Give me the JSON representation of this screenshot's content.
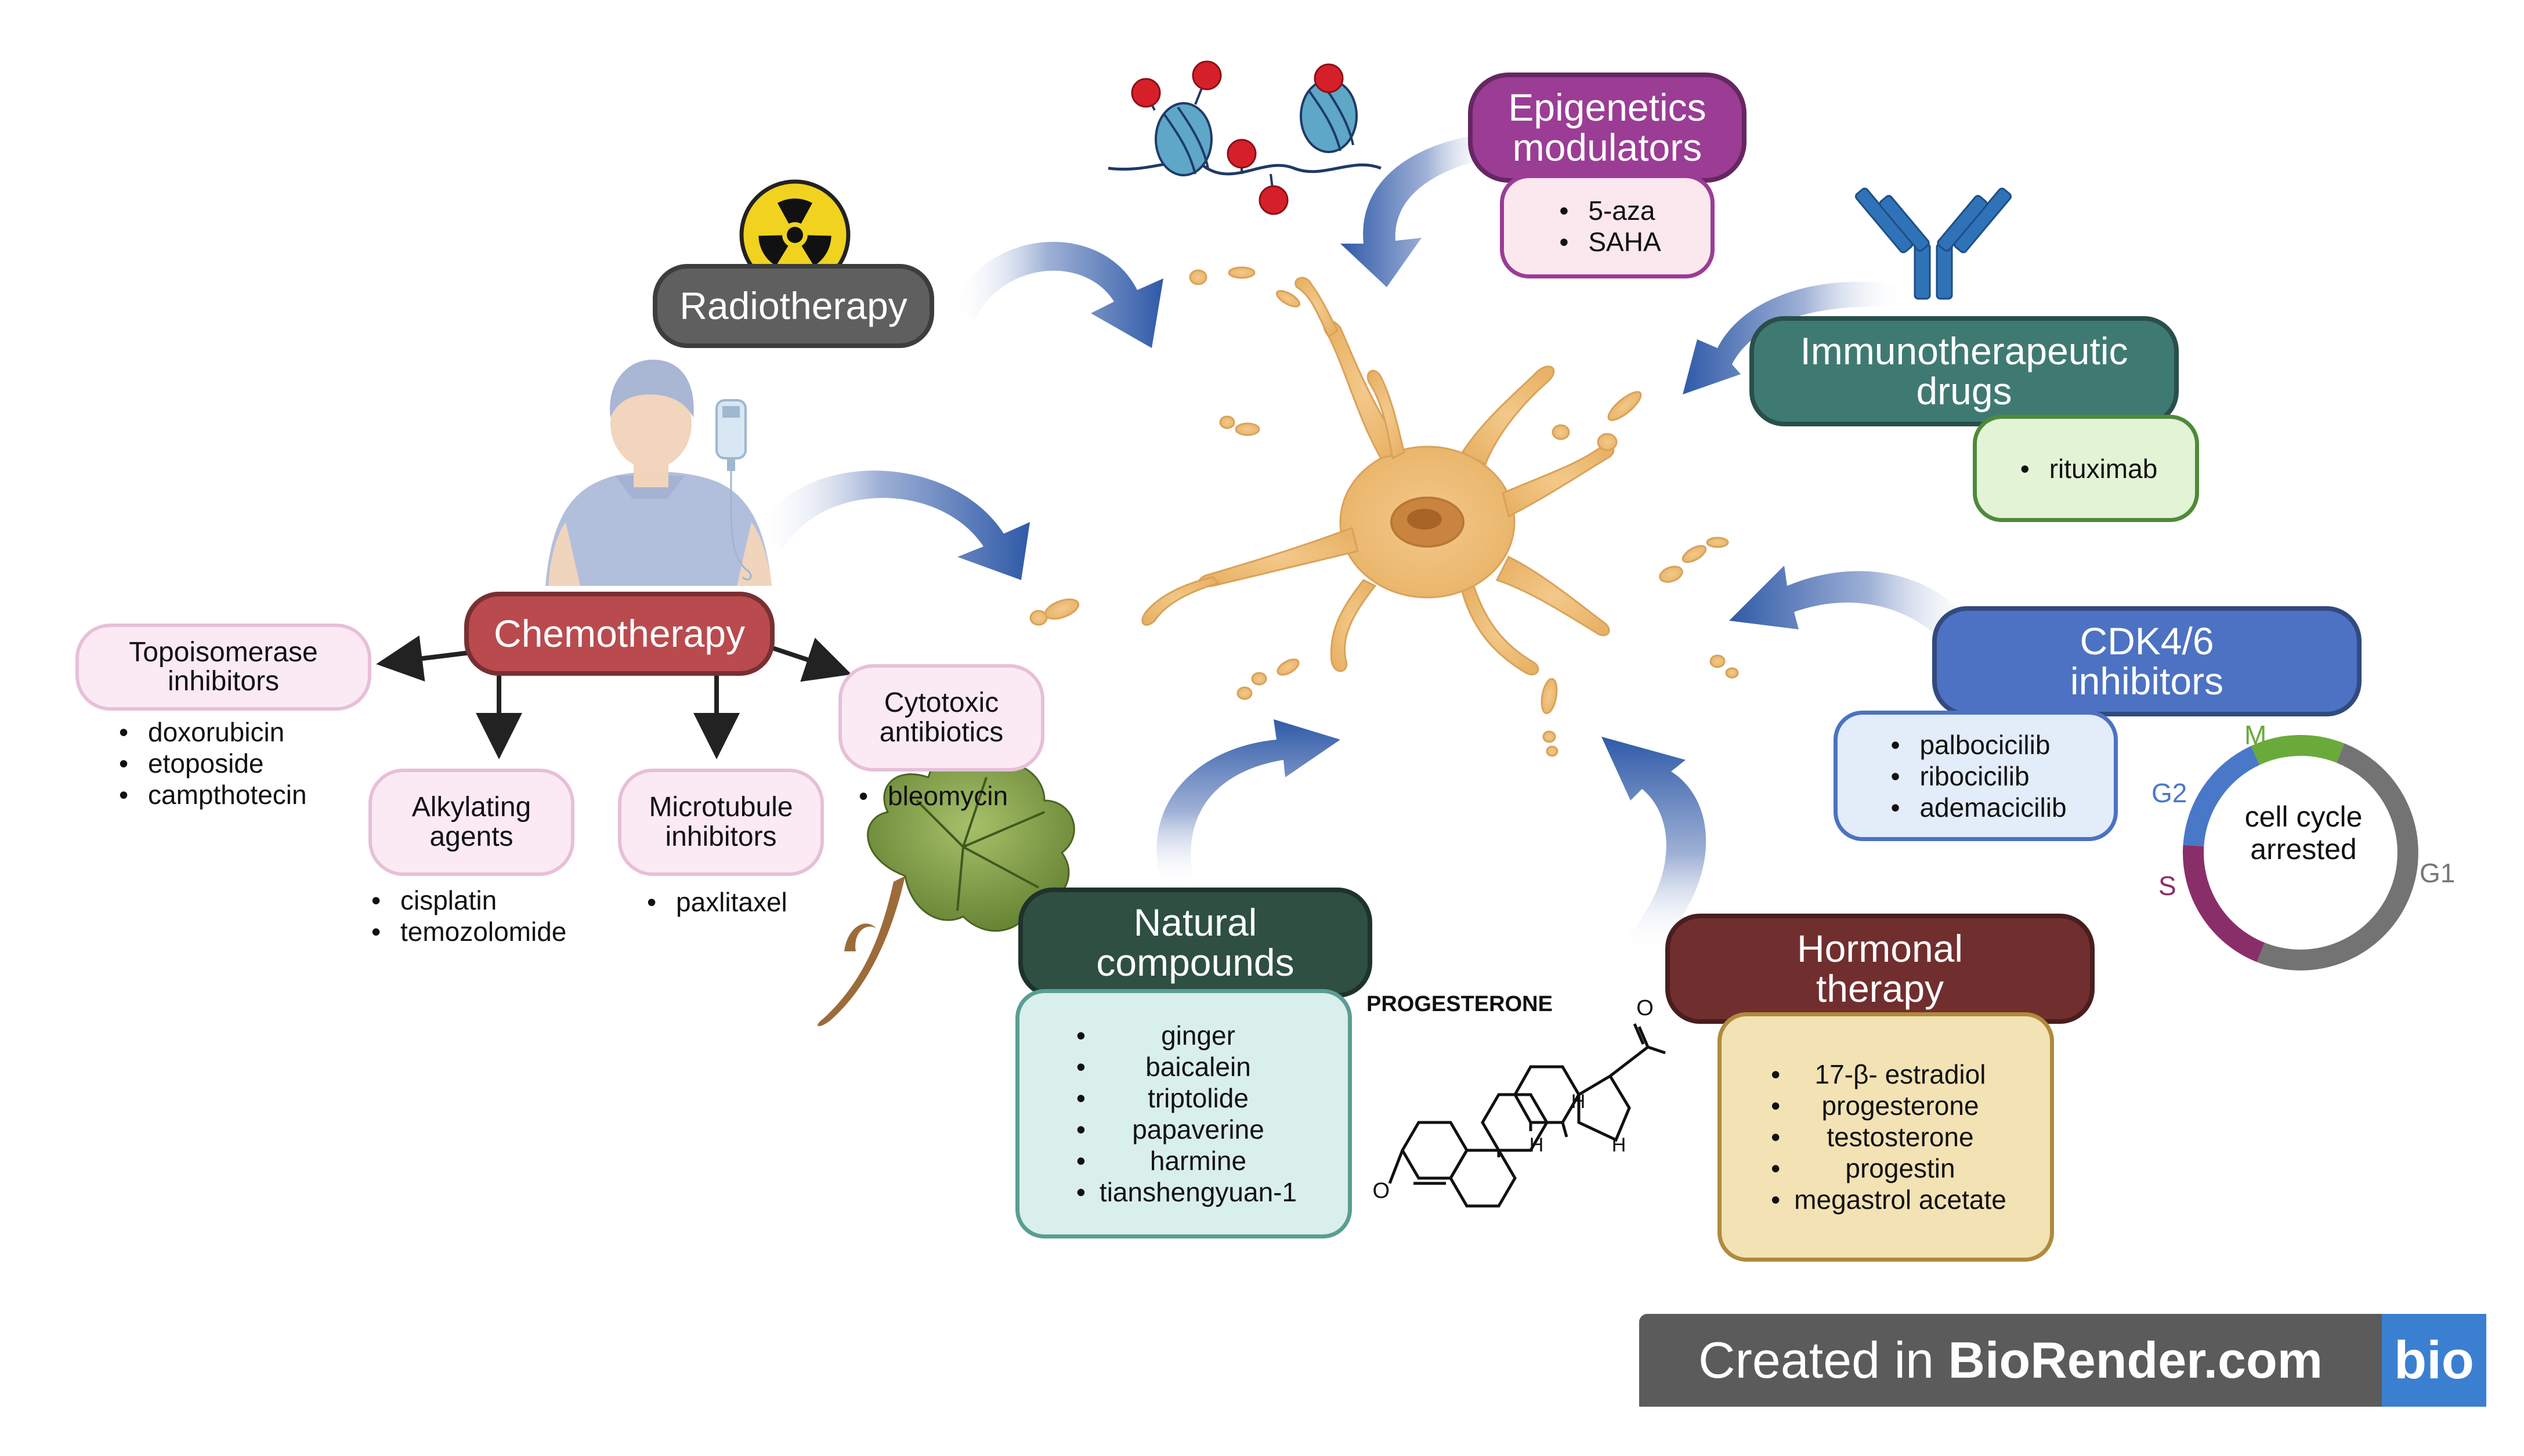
{
  "center_nodes": {
    "epigenetics": {
      "title": "Epigenetics modulators",
      "color": "#9b3c95",
      "items": [
        "5-aza",
        "SAHA"
      ],
      "list_bg": "#fbe8ee",
      "list_border": "#9b3c95"
    },
    "radiotherapy": {
      "title": "Radiotherapy",
      "color": "#5f5f5f"
    },
    "immunotherapeutic": {
      "title": "Immunotherapeutic drugs",
      "color": "#3f7a72",
      "items": [
        "rituximab"
      ],
      "list_bg": "#e3f3d6",
      "list_border": "#4f8a3a"
    },
    "chemotherapy": {
      "title": "Chemotherapy",
      "color": "#b94a4e"
    },
    "cdk": {
      "title": "CDK4/6 inhibitors",
      "color": "#4d72c3",
      "items": [
        "palbocicilib",
        "ribocicilib",
        "ademacicilib"
      ],
      "list_bg": "#e3ecf9",
      "list_border": "#4d72c3"
    },
    "natural": {
      "title": "Natural compounds",
      "color": "#2e4f42",
      "items": [
        "ginger",
        "baicalein",
        "triptolide",
        "papaverine",
        "harmine",
        "tianshengyuan-1"
      ],
      "list_bg": "#d9efec",
      "list_border": "#5a9d93"
    },
    "hormonal": {
      "title": "Hormonal therapy",
      "color": "#712e2e",
      "items": [
        "17-β- estradiol",
        "progesterone",
        "testosterone",
        "progestin",
        "megastrol acetate"
      ],
      "list_bg": "#f2e2b4",
      "list_border": "#b08a3c"
    }
  },
  "chemo_classes": {
    "topo": {
      "title": "Topoisomerase inhibitors",
      "items": [
        "doxorubicin",
        "etoposide",
        "campthotecin"
      ]
    },
    "alkyl": {
      "title": "Alkylating agents",
      "items": [
        "cisplatin",
        "temozolomide"
      ]
    },
    "micro": {
      "title": "Microtubule inhibitors",
      "items": [
        "paxlitaxel"
      ]
    },
    "cyto": {
      "title": "Cytotoxic antibiotics",
      "items": [
        "bleomycin"
      ]
    },
    "box_bg": "#fbeaf3",
    "box_border": "#e7bfd8"
  },
  "cell_cycle": {
    "center_label": "cell cycle arrested",
    "phases": [
      {
        "name": "G1",
        "fraction": 0.5,
        "color": "#737373",
        "label_color": "#777777"
      },
      {
        "name": "S",
        "fraction": 0.2,
        "color": "#8a2e6a",
        "label_color": "#8a2e6a"
      },
      {
        "name": "G2",
        "fraction": 0.17,
        "color": "#4a78c8",
        "label_color": "#4a78c8"
      },
      {
        "name": "M",
        "fraction": 0.13,
        "color": "#6aaa3a",
        "label_color": "#6aaa3a"
      }
    ]
  },
  "progesterone_label": "PROGESTERONE",
  "molecule_atoms": {
    "oxygen": "O",
    "hydrogen": "H"
  },
  "watermark": {
    "prefix": "Created in ",
    "brand": "BioRender.com",
    "logo": "bio",
    "bg": "#5b5b5b",
    "logo_bg": "#3b7fd1"
  },
  "icons": [
    "radiation-icon",
    "nucleosome-icon",
    "antibody-icon",
    "patient-icon",
    "iv-bag-icon",
    "leaf-icon",
    "neuron-cell-icon",
    "molecule-icon"
  ]
}
